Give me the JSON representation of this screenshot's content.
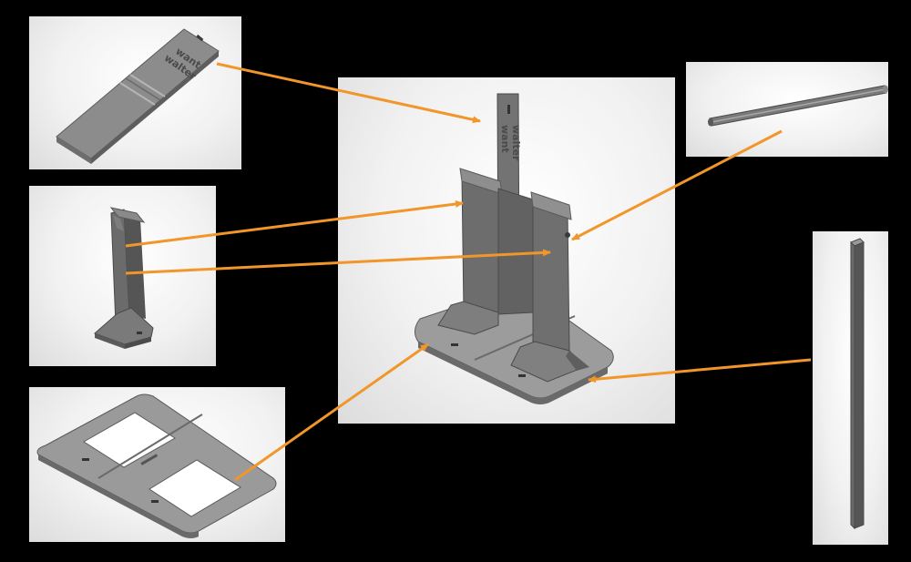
{
  "engraving": {
    "line1": "want",
    "line2": "walter"
  },
  "colors": {
    "background": "#000000",
    "panel": "#f1f1f1",
    "part_light": "#8c8c8c",
    "part_mid": "#6e6e6e",
    "part_dark": "#4f4f4f",
    "arrow": "#f0962a"
  },
  "panels": [
    {
      "id": "tag",
      "icon": "flat-tag-part"
    },
    {
      "id": "blade",
      "icon": "blade-support-part"
    },
    {
      "id": "base",
      "icon": "base-plate-part"
    },
    {
      "id": "assembly",
      "icon": "assembled-stand"
    },
    {
      "id": "rod",
      "icon": "round-rod-part"
    },
    {
      "id": "post",
      "icon": "square-post-part"
    }
  ]
}
